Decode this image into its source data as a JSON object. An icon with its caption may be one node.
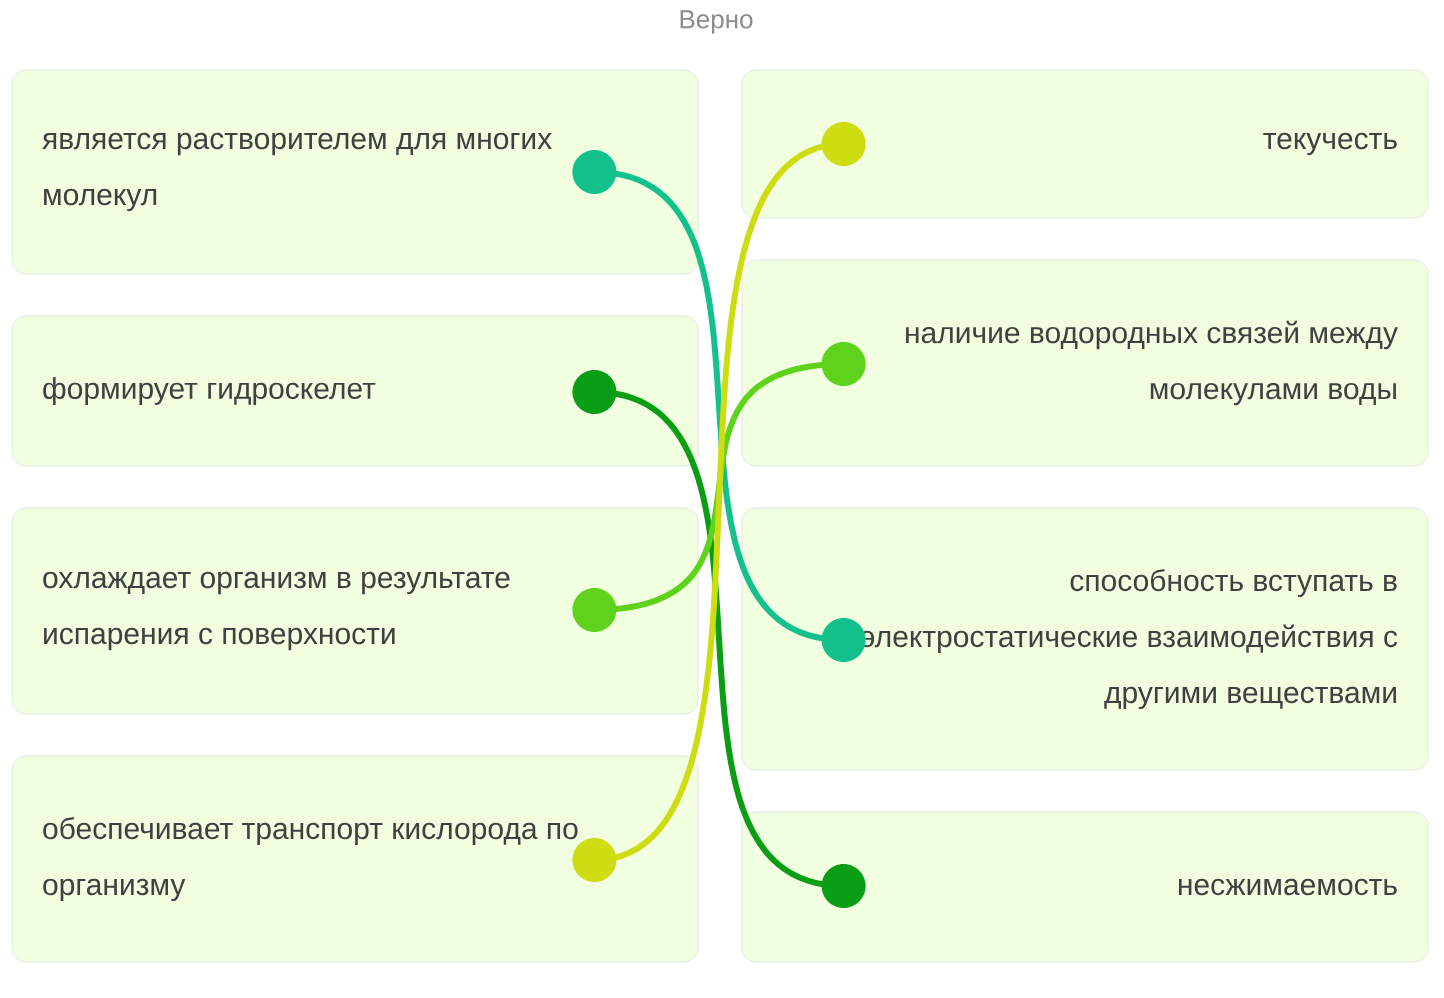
{
  "diagram": {
    "nodes": [
      {
        "text": [
          "является растворителем для многих молекул"
        ]
      },
      {
        "text": [
          "формирует гидроскелет"
        ]
      },
      {
        "text": [
          "охлаждает организм в результате испарения с поверхности"
        ]
      },
      {
        "text": [
          "обеспечивает транспорт кислорода по организму"
        ]
      },
      {
        "text": [
          "текучесть"
        ]
      },
      {
        "text": [
          "наличие водородных связей между молекулами воды"
        ]
      },
      {
        "text": [
          "способность вступать в электростатические взаимодействия с другими веществами"
        ]
      },
      {
        "text": [
          "несжимаемость"
        ]
      }
    ],
    "edges": [
      {
        "from": 0,
        "to": 6,
        "arrow": "other",
        "color": "#14c08c"
      },
      {
        "from": 1,
        "to": 7,
        "arrow": "other",
        "color": "#0a9e14"
      },
      {
        "from": 2,
        "to": 5,
        "arrow": "other",
        "color": "#5fd21c"
      },
      {
        "from": 3,
        "to": 4,
        "arrow": "other",
        "color": "#cddd12"
      }
    ],
    "labels": [
      "Верно"
    ]
  }
}
